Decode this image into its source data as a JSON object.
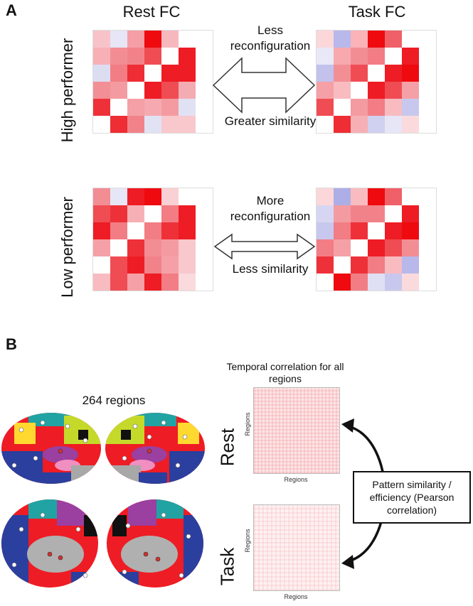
{
  "panelA": {
    "letter": "A",
    "rest_title": "Rest FC",
    "task_title": "Task FC",
    "high_label": "High performer",
    "low_label": "Low performer",
    "high_top_note": "Less reconfiguration",
    "high_bottom_note": "Greater similarity",
    "low_top_note": "More reconfiguration",
    "low_bottom_note": "Less similarity",
    "matrices": {
      "high_rest": [
        [
          "#f7c3c8",
          "#e6e6f6",
          "#f59ea5",
          "#ee0a0f",
          "#f7b8bd",
          "#ffffff",
          "#ffffff"
        ],
        [
          "#f7b0b6",
          "#f38d94",
          "#f2828a",
          "#f04c54",
          "#ffffff",
          "#ee1c24",
          "#ffffff"
        ],
        [
          "#ddddf2",
          "#f27d85",
          "#ee2d34",
          "#ffffff",
          "#ee1c24",
          "#ee1c24",
          "#ffffff"
        ],
        [
          "#f28f95",
          "#f49ba1",
          "#ffffff",
          "#ee1c24",
          "#f04c54",
          "#f3adb2",
          "#ffffff"
        ],
        [
          "#ee3139",
          "#ffffff",
          "#f5a0a6",
          "#f4aab0",
          "#f49ba1",
          "#e1e1f4",
          "#ffffff"
        ],
        [
          "#ffffff",
          "#ee2d34",
          "#f2828a",
          "#e2e2f5",
          "#f8c8cc",
          "#f8c8cc",
          "#ffffff"
        ]
      ],
      "high_task": [
        [
          "#fbd7da",
          "#b8b8ea",
          "#fab3b8",
          "#ee0a0f",
          "#f06068",
          "#ffffff",
          "#ffffff"
        ],
        [
          "#e8e8f7",
          "#f7a9ae",
          "#f38d94",
          "#f27d85",
          "#ffffff",
          "#ee1c24",
          "#ffffff"
        ],
        [
          "#c2c2ec",
          "#f28f95",
          "#f04c54",
          "#ffffff",
          "#ee1c24",
          "#ee0a0f",
          "#ffffff"
        ],
        [
          "#f5a0a6",
          "#f8bcc0",
          "#ffffff",
          "#ee1c24",
          "#f04c54",
          "#f5a0a6",
          "#ffffff"
        ],
        [
          "#f04c54",
          "#ffffff",
          "#f49ba1",
          "#f27d85",
          "#f8bcc0",
          "#c8c8ee",
          "#ffffff"
        ],
        [
          "#ffffff",
          "#ee2d34",
          "#f6b0b5",
          "#d0d0f0",
          "#e6e6f6",
          "#fadadc",
          "#ffffff"
        ]
      ],
      "low_rest": [
        [
          "#f38d94",
          "#e6e6f6",
          "#ee1c24",
          "#ee0a0f",
          "#f9d0d3",
          "#ffffff",
          "#ffffff"
        ],
        [
          "#f04c54",
          "#ee3139",
          "#f6b0b5",
          "#ffffff",
          "#f27d85",
          "#ee1c24",
          "#ffffff"
        ],
        [
          "#ee1c24",
          "#f27d85",
          "#ffffff",
          "#f27d85",
          "#ee3139",
          "#ee1c24",
          "#ffffff"
        ],
        [
          "#f5a0a6",
          "#ffffff",
          "#ee3139",
          "#f38d94",
          "#f49ba1",
          "#f8c8cc",
          "#ffffff"
        ],
        [
          "#ffffff",
          "#f04c54",
          "#ee1c24",
          "#f2828a",
          "#f5a0a6",
          "#f8c8cc",
          "#ffffff"
        ],
        [
          "#f8bcc0",
          "#f04c54",
          "#f5a0a6",
          "#ee1c24",
          "#f27d85",
          "#fadadc",
          "#ffffff"
        ]
      ],
      "low_task": [
        [
          "#fbd7da",
          "#aeaee6",
          "#f8bcc0",
          "#ee0a0f",
          "#f06068",
          "#ffffff",
          "#ffffff"
        ],
        [
          "#d6d6f2",
          "#f49ba1",
          "#f2828a",
          "#f2828a",
          "#ffffff",
          "#ee1c24",
          "#ffffff"
        ],
        [
          "#c8c8ee",
          "#f27d85",
          "#ee3139",
          "#ffffff",
          "#ee1c24",
          "#ee0a0f",
          "#ffffff"
        ],
        [
          "#f27d85",
          "#f5a0a6",
          "#ffffff",
          "#ee1c24",
          "#f04c54",
          "#f38d94",
          "#ffffff"
        ],
        [
          "#ee3139",
          "#ffffff",
          "#ee3139",
          "#f27d85",
          "#f8bcc0",
          "#b8b8ea",
          "#ffffff"
        ],
        [
          "#ffffff",
          "#ee0a0f",
          "#f27d85",
          "#e0e0f4",
          "#c8c8ee",
          "#fadadc",
          "#ffffff"
        ]
      ]
    }
  },
  "panelB": {
    "letter": "B",
    "regions_title": "264 regions",
    "temporal_title": "Temporal correlation for all regions",
    "rest_label": "Rest",
    "task_label": "Task",
    "axis_label": "Regions",
    "similarity_box": "Pattern similarity / efficiency (Pearson correlation)"
  },
  "colors": {
    "red": "#ee1c24",
    "blue": "#2b3f9e",
    "lime": "#c5d92a",
    "teal": "#22a3a3",
    "purple": "#9b3fa0",
    "gray": "#a8a8a8",
    "black": "#111111"
  }
}
